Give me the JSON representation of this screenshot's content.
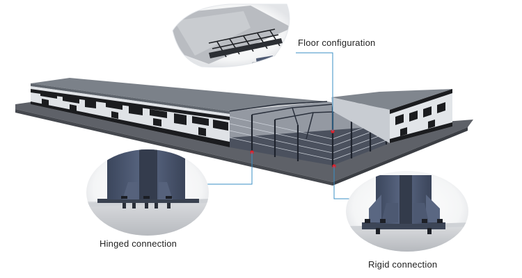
{
  "labels": {
    "floor": "Floor configuration",
    "hinged": "Hinged connection",
    "rigid": "Rigid connection"
  },
  "colors": {
    "leader_line": "#3a8fc6",
    "marker": "#e0202a",
    "steel": "#4e5a72",
    "roof": "#70777f",
    "slab": "#5d6066"
  }
}
